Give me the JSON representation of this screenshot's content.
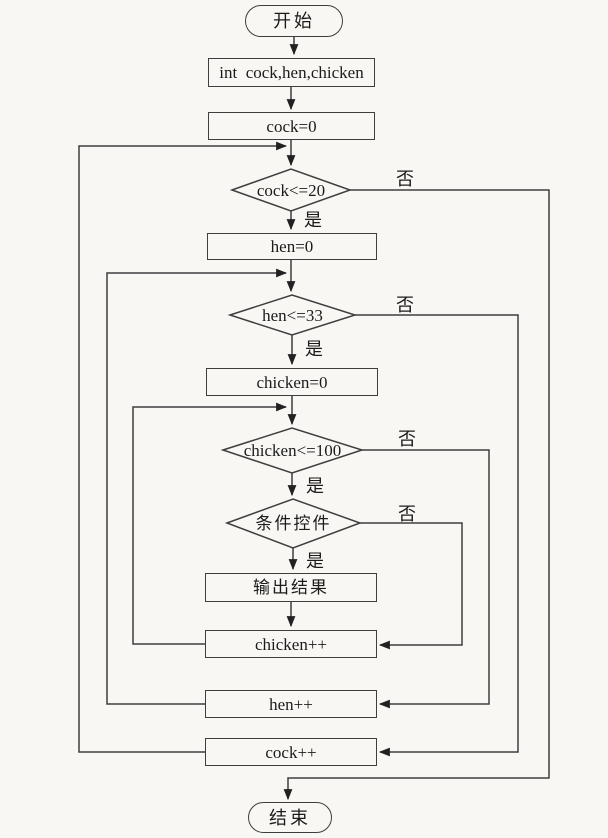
{
  "flowchart": {
    "description": "nested-loop flowchart (cock/hen/chicken enumeration)",
    "colors": {
      "background": "#f8f7f4",
      "line": "#3e3e3e",
      "text": "#1b1b1b"
    },
    "nodes": {
      "start": {
        "label": "开始",
        "type": "terminal"
      },
      "declare": {
        "label": "int  cock,hen,chicken",
        "type": "process"
      },
      "cock_init": {
        "label": "cock=0",
        "type": "process"
      },
      "cock_cond": {
        "label": "cock<=20",
        "type": "decision"
      },
      "hen_init": {
        "label": "hen=0",
        "type": "process"
      },
      "hen_cond": {
        "label": "hen<=33",
        "type": "decision"
      },
      "chicken_init": {
        "label": "chicken=0",
        "type": "process"
      },
      "chicken_cond": {
        "label": "chicken<=100",
        "type": "decision"
      },
      "cond_widget": {
        "label": "条件控件",
        "type": "decision"
      },
      "output": {
        "label": "输出结果",
        "type": "process"
      },
      "chicken_inc": {
        "label": "chicken++",
        "type": "process"
      },
      "hen_inc": {
        "label": "hen++",
        "type": "process"
      },
      "cock_inc": {
        "label": "cock++",
        "type": "process"
      },
      "end": {
        "label": "结束",
        "type": "terminal"
      }
    },
    "branch_labels": {
      "yes": "是",
      "no": "否"
    }
  }
}
